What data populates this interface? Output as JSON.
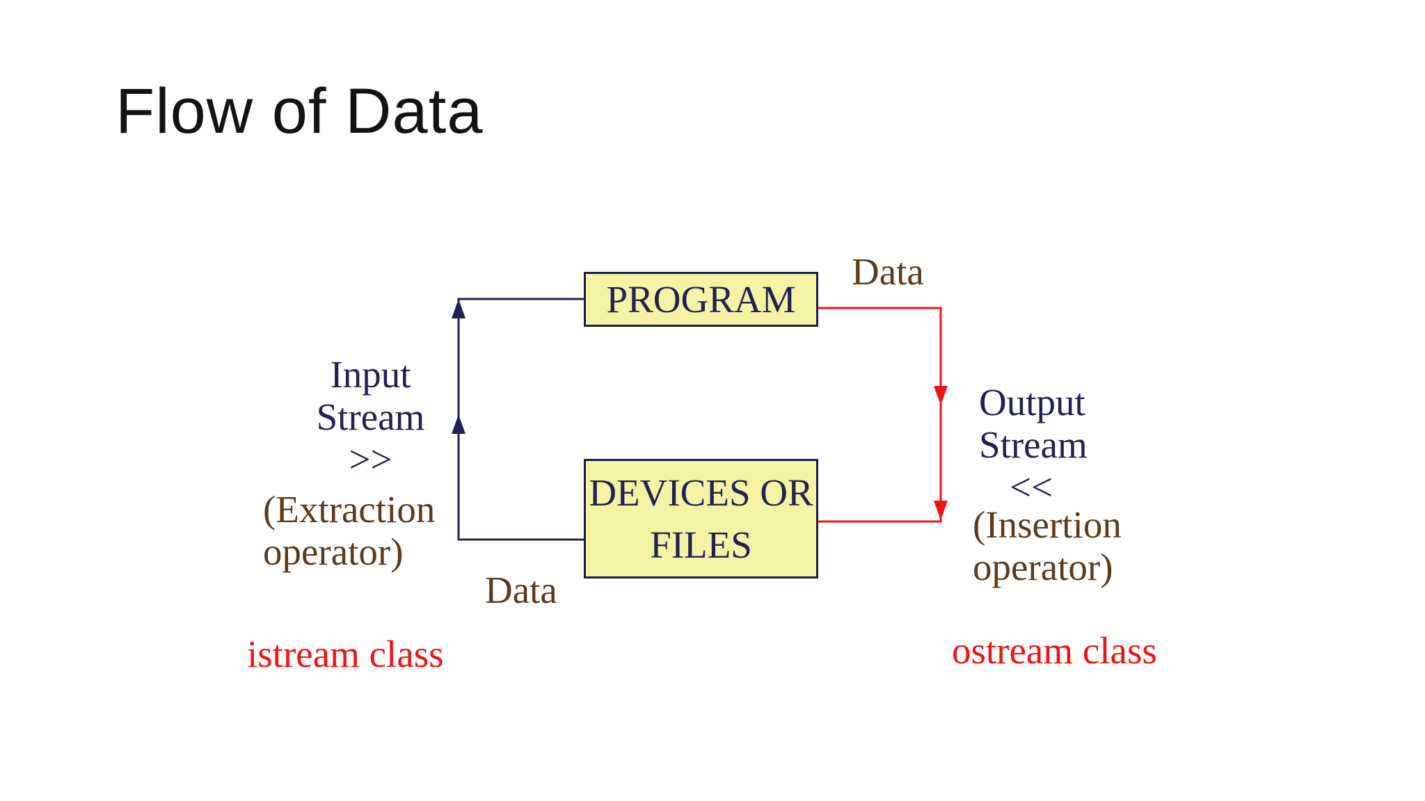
{
  "slide": {
    "title": "Flow of Data",
    "boxes": {
      "program": "PROGRAM",
      "devices_line1": "DEVICES OR",
      "devices_line2": "FILES"
    },
    "labels": {
      "data_top": "Data",
      "data_bottom": "Data",
      "input_stream": [
        "Input",
        "Stream",
        ">>"
      ],
      "extraction": [
        "(Extraction",
        "operator)"
      ],
      "output_stream": [
        "Output",
        "Stream",
        "<<"
      ],
      "insertion": [
        "(Insertion",
        "operator)"
      ],
      "istream_class": "istream class",
      "ostream_class": "ostream class"
    },
    "colors": {
      "navy": "#232052",
      "brown": "#5C3A1E",
      "red": "#F31212",
      "box_fill": "#F4F4A4",
      "box_border": "#1E1A4E",
      "title": "#131313",
      "bg": "#FFFFFF"
    }
  }
}
